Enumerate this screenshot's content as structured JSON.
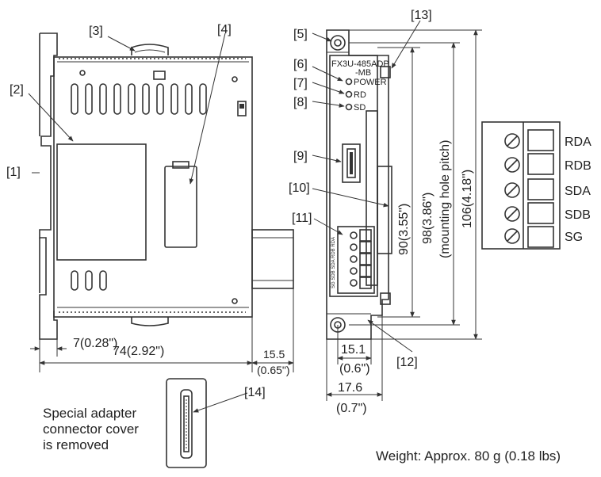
{
  "callouts": [
    "[1]",
    "[2]",
    "[3]",
    "[4]",
    "[5]",
    "[6]",
    "[7]",
    "[8]",
    "[9]",
    "[10]",
    "[11]",
    "[12]",
    "[13]",
    "[14]"
  ],
  "front_labels": {
    "model_line1": "FX3U-485ADP",
    "model_line2": "-MB",
    "power": "POWER",
    "rd": "RD",
    "sd": "SD",
    "terminal_vertical": "SG SDB SDA RDB RDA"
  },
  "dimensions": {
    "d7": "7(0.28\")",
    "d74": "74(2.92\")",
    "d15_5": "15.5",
    "d15_5_in": "(0.65\")",
    "d15_1": "15.1",
    "d15_1_in": "(0.6\")",
    "d17_6": "17.6",
    "d17_6_in": "(0.7\")",
    "d90": "90(3.55\")",
    "d98": "98(3.86\")",
    "d106": "106(4.18\")",
    "mounting_pitch": "(mounting hole pitch)"
  },
  "terminal_block": {
    "signals": [
      "RDA",
      "RDB",
      "SDA",
      "SDB",
      "SG"
    ]
  },
  "notes": {
    "connector_cover": [
      "Special adapter",
      "connector cover",
      "is removed"
    ],
    "weight": "Weight: Approx. 80 g (0.18 lbs)"
  }
}
